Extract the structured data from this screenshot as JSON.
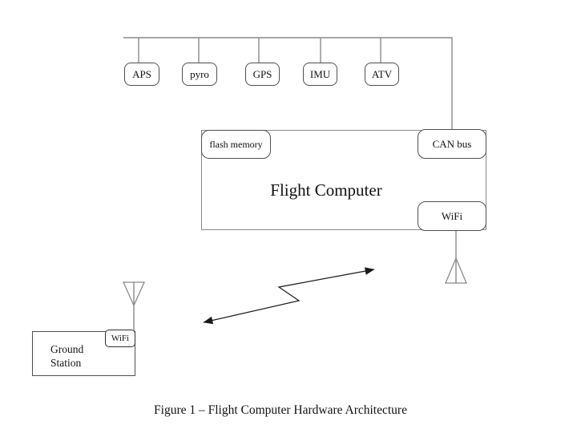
{
  "diagram": {
    "caption": "Figure 1 – Flight Computer Hardware Architecture",
    "bus_devices": [
      {
        "label": "APS"
      },
      {
        "label": "pyro"
      },
      {
        "label": "GPS"
      },
      {
        "label": "IMU"
      },
      {
        "label": "ATV"
      }
    ],
    "flight_computer": {
      "label": "Flight Computer",
      "flash_memory_label": "flash memory",
      "can_bus_label": "CAN bus",
      "wifi_label": "WiFi"
    },
    "ground_station": {
      "name_line1": "Ground",
      "name_line2": "Station",
      "wifi_label": "WiFi"
    },
    "connections": [
      "bus – APS",
      "bus – pyro",
      "bus – GPS",
      "bus – IMU",
      "bus – ATV",
      "bus – CAN bus (Flight Computer)",
      "WiFi (Flight Computer) – antenna",
      "Ground Station WiFi – antenna",
      "flight antenna ⇄ ground antenna (wireless zigzag double arrow)"
    ]
  },
  "colors": {
    "background": "#ffffff",
    "wire_line": "#8a8a8a",
    "box_border": "#4f4f4f",
    "arrow": "#1a1a1a",
    "text": "#111111"
  }
}
